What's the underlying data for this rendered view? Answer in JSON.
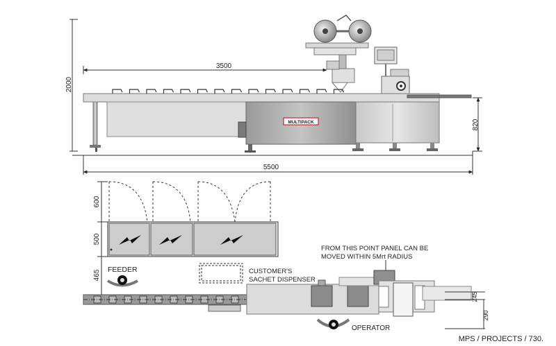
{
  "dimensions": {
    "height": "2000",
    "reach": "3500",
    "table_height": "820",
    "length": "5500",
    "door_swing": "600",
    "panel_height": "500",
    "front_gap": "465",
    "offset_a": "245",
    "offset_b": "290"
  },
  "labels": {
    "brand": "MULTIPACK",
    "feeder": "FEEDER",
    "dispenser_line1": "CUSTOMER'S",
    "dispenser_line2": "SACHET DISPENSER",
    "panel_note_line1": "FROM THIS POINT PANEL CAN BE",
    "panel_note_line2": "MOVED WITHIN 5Mrt RADIUS",
    "operator": "OPERATOR",
    "footer": "MPS / PROJECTS / 730."
  },
  "icons": [
    "lightning-icon",
    "operator-icon",
    "feeder-operator-icon"
  ]
}
